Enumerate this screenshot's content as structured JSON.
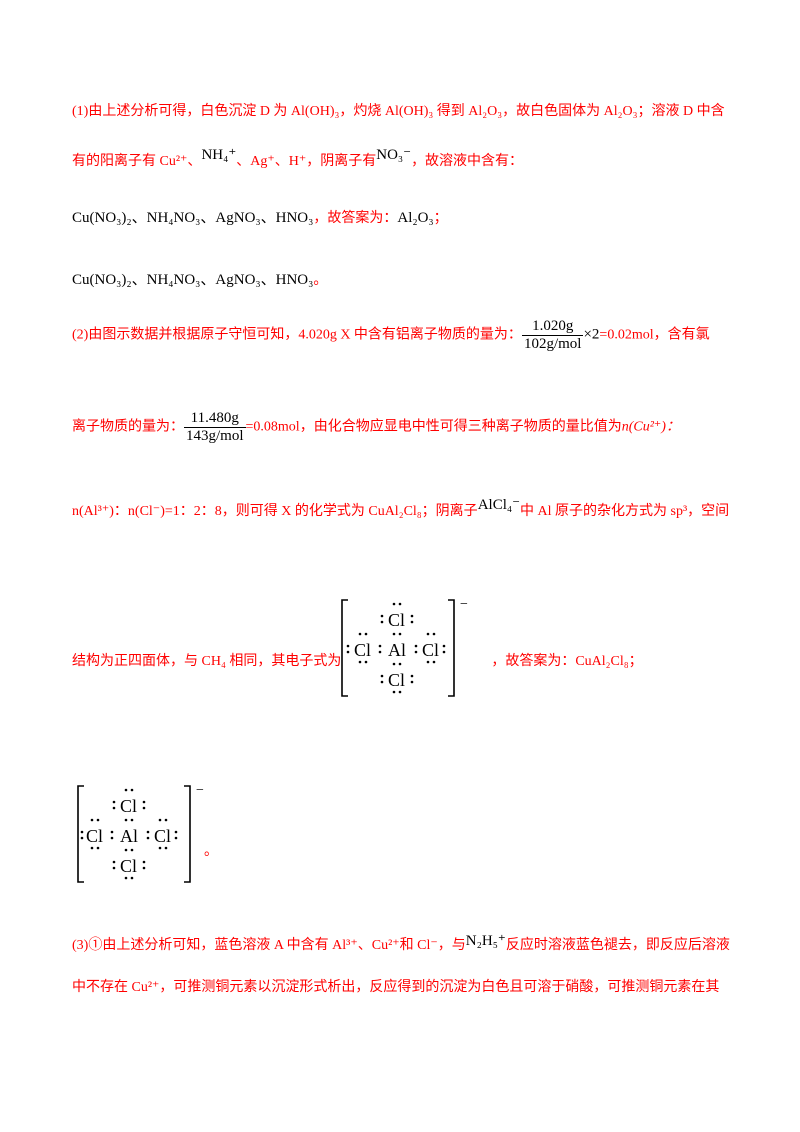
{
  "p1": {
    "l1": "(1)由上述分析可得，白色沉淀 D 为 Al(OH)₃，灼烧 Al(OH)₃ 得到 Al₂O₃，故白色固体为 Al₂O₃；溶液 D 中含",
    "l2a": "有的阳离子有 Cu²⁺、",
    "l2b": "、Ag⁺、H⁺，阴离子有",
    "l2c": "，故溶液中含有：",
    "nh4": "NH₄⁺",
    "no3": "NO₃⁻",
    "formula1": "Cu(NO₃)₂、NH₄NO₃、AgNO₃、HNO₃",
    "ans_label": "，故答案为：",
    "al2o3": "Al₂O₃",
    "semi": "；",
    "formula2": "Cu(NO₃)₂、NH₄NO₃、AgNO₃、HNO₃",
    "period": "。"
  },
  "p2": {
    "l1a": "(2)由图示数据并根据原子守恒可知，4.020g X 中含有铝离子物质的量为：",
    "frac1_num": "1.020g",
    "frac1_den": "102g/mol",
    "times": "×2",
    "l1b": "=0.02mol，含有氯",
    "l2a": "离子物质的量为：",
    "frac2_num": "11.480g",
    "frac2_den": "143g/mol",
    "l2b": "=0.08mol，由化合物应显电中性可得三种离子物质的量比值为",
    "l2c": "n(Cu²⁺)：",
    "l3a": "n(Al³⁺)：n(Cl⁻)=1：2：8，则可得 X 的化学式为 CuAl₂Cl₈；阴离子",
    "alcl4": "AlCl₄⁻",
    "l3b": "中 Al 原子的杂化方式为 sp³，空间",
    "l4a": "结构为正四面体，与 CH₄ 相同，其电子式为",
    "l4b": "，故答案为：CuAl₂Cl₈；",
    "period": "。"
  },
  "lewis": {
    "cl": "Cl",
    "al": "Al",
    "dots": ":",
    "charge": "−"
  },
  "p3": {
    "l1a": "(3)①由上述分析可知，蓝色溶液 A 中含有 Al³⁺、Cu²⁺和 Cl⁻，与",
    "n2h5": "N₂H₅⁺",
    "l1b": "反应时溶液蓝色褪去，即反应后溶液",
    "l2": "中不存在 Cu²⁺，可推测铜元素以沉淀形式析出，反应得到的沉淀为白色且可溶于硝酸，可推测铜元素在其"
  }
}
